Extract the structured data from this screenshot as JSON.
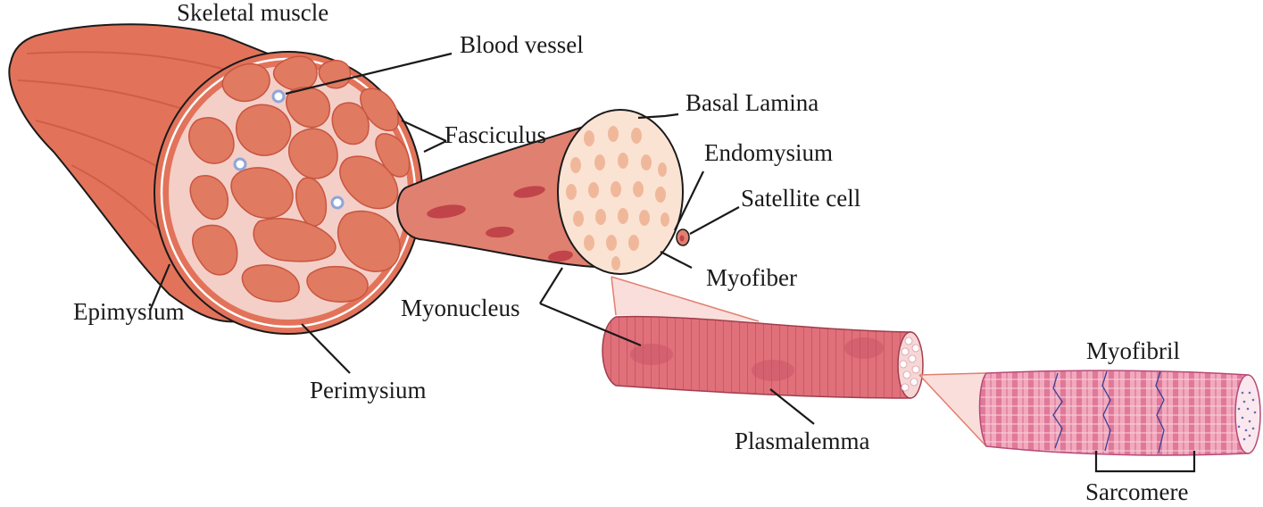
{
  "labels": {
    "skeletal_muscle": "Skeletal muscle",
    "blood_vessel": "Blood vessel",
    "fasciculus": "Fasciculus",
    "basal_lamina": "Basal Lamina",
    "endomysium": "Endomysium",
    "satellite_cell": "Satellite cell",
    "myofiber": "Myofiber",
    "myonucleus": "Myonucleus",
    "epimysium": "Epimysium",
    "perimysium": "Perimysium",
    "plasmalemma": "Plasmalemma",
    "myofibril": "Myofibril",
    "sarcomere": "Sarcomere"
  },
  "colors": {
    "muscle_fill": "#e2735a",
    "muscle_dark": "#c85540",
    "section_bg": "#f4cfc8",
    "fascicle_fill": "#e07a60",
    "fiber_face": "#fbe3d4",
    "fiber_spots": "#f0b89a",
    "myofiber_body": "#e08070",
    "myofibril_fill": "#ef9fb4",
    "blood_vessel": "#8fa6d8"
  }
}
